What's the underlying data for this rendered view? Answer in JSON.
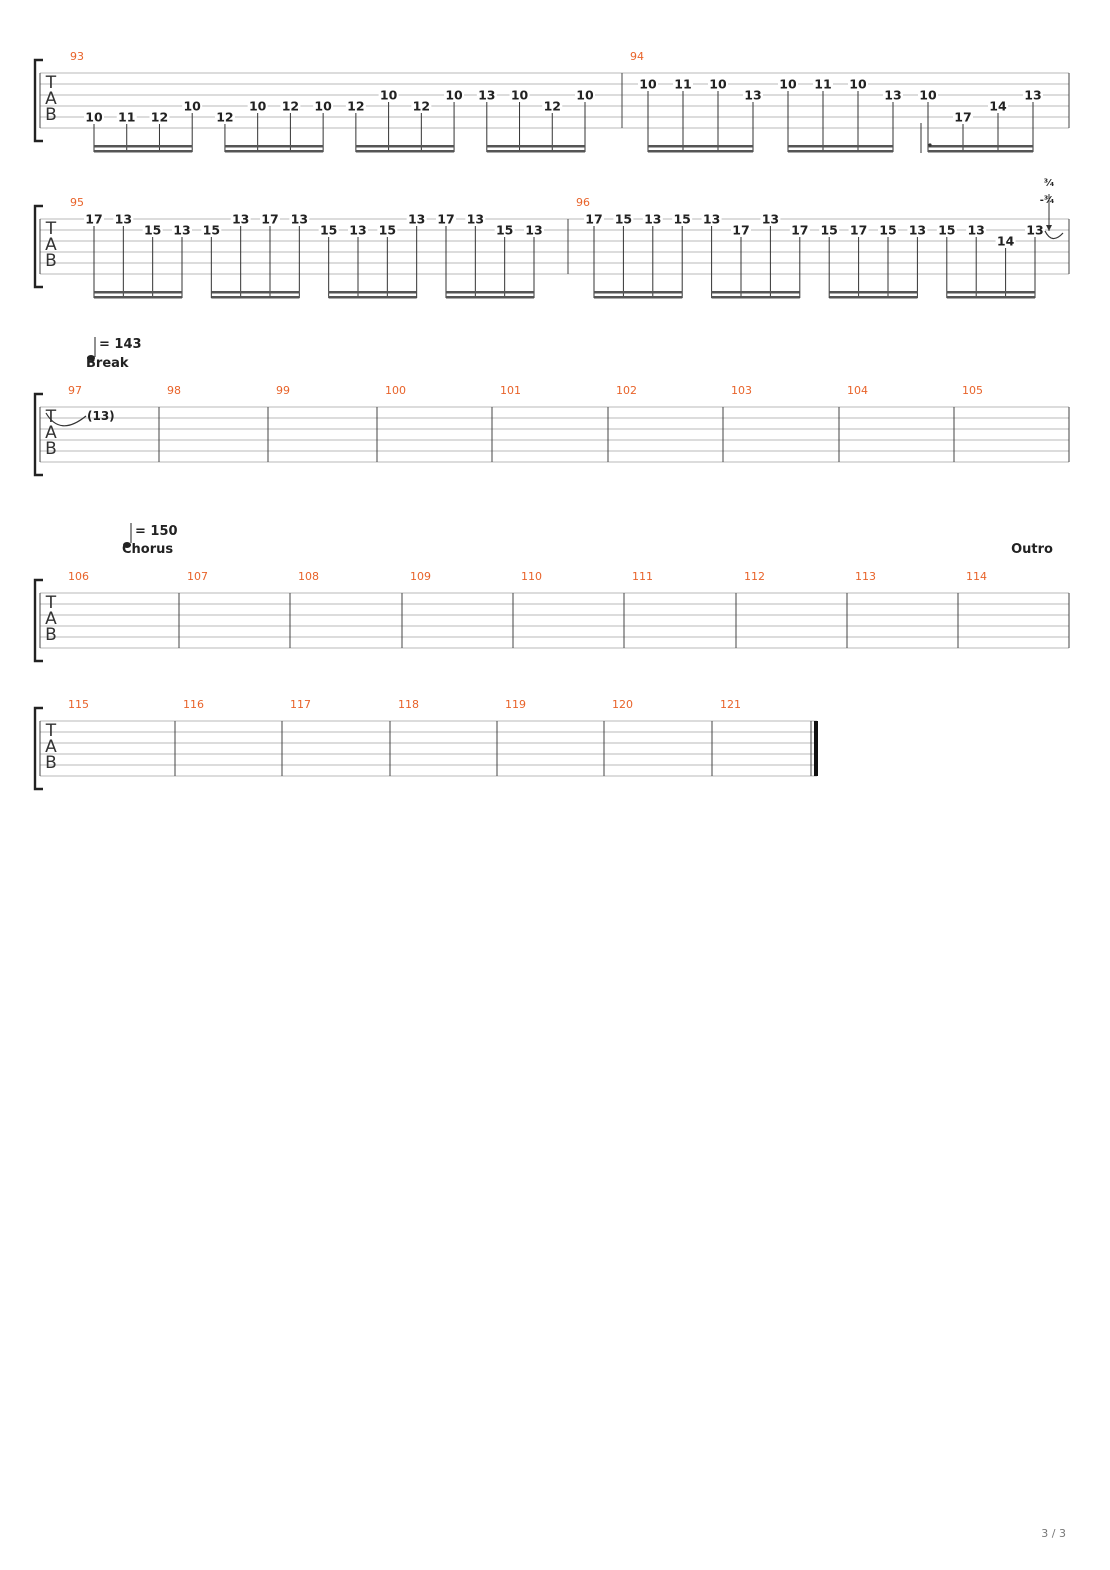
{
  "document": {
    "page_indicator": "3 / 3"
  },
  "clef": {
    "t": "T",
    "a": "A",
    "b": "B"
  },
  "colors": {
    "measure_number": "#e8632a",
    "staff_line": "#b8b8b8",
    "note_text": "#222222",
    "bar": "#444444"
  },
  "systems": [
    {
      "measures": [
        {
          "number": "93",
          "notes": [
            {
              "s": 5,
              "f": "10"
            },
            {
              "s": 5,
              "f": "11"
            },
            {
              "s": 5,
              "f": "12"
            },
            {
              "s": 4,
              "f": "10"
            },
            {
              "s": 5,
              "f": "12"
            },
            {
              "s": 4,
              "f": "10"
            },
            {
              "s": 4,
              "f": "12"
            },
            {
              "s": 4,
              "f": "10"
            },
            {
              "s": 4,
              "f": "12"
            },
            {
              "s": 3,
              "f": "10"
            },
            {
              "s": 4,
              "f": "12"
            },
            {
              "s": 3,
              "f": "10"
            },
            {
              "s": 3,
              "f": "13"
            },
            {
              "s": 3,
              "f": "10"
            },
            {
              "s": 4,
              "f": "12"
            },
            {
              "s": 3,
              "f": "10"
            }
          ]
        },
        {
          "number": "94",
          "notes": [
            {
              "s": 2,
              "f": "10"
            },
            {
              "s": 2,
              "f": "11"
            },
            {
              "s": 2,
              "f": "10"
            },
            {
              "s": 3,
              "f": "13"
            },
            {
              "s": 2,
              "f": "10"
            },
            {
              "s": 2,
              "f": "11"
            },
            {
              "s": 2,
              "f": "10"
            },
            {
              "s": 3,
              "f": "13"
            },
            {
              "s": 3,
              "f": "10"
            },
            {
              "s": 5,
              "f": "17"
            },
            {
              "s": 4,
              "f": "14"
            },
            {
              "s": 3,
              "f": "13"
            }
          ]
        }
      ]
    },
    {
      "measures": [
        {
          "number": "95",
          "notes": [
            {
              "s": 1,
              "f": "17"
            },
            {
              "s": 1,
              "f": "13"
            },
            {
              "s": 2,
              "f": "15"
            },
            {
              "s": 2,
              "f": "13"
            },
            {
              "s": 2,
              "f": "15"
            },
            {
              "s": 1,
              "f": "13"
            },
            {
              "s": 1,
              "f": "17"
            },
            {
              "s": 1,
              "f": "13"
            },
            {
              "s": 2,
              "f": "15"
            },
            {
              "s": 2,
              "f": "13"
            },
            {
              "s": 2,
              "f": "15"
            },
            {
              "s": 1,
              "f": "13"
            },
            {
              "s": 1,
              "f": "17"
            },
            {
              "s": 1,
              "f": "13"
            },
            {
              "s": 2,
              "f": "15"
            },
            {
              "s": 2,
              "f": "13"
            }
          ]
        },
        {
          "number": "96",
          "notes": [
            {
              "s": 1,
              "f": "17"
            },
            {
              "s": 1,
              "f": "15"
            },
            {
              "s": 1,
              "f": "13"
            },
            {
              "s": 1,
              "f": "15"
            },
            {
              "s": 1,
              "f": "13"
            },
            {
              "s": 2,
              "f": "17"
            },
            {
              "s": 1,
              "f": "13"
            },
            {
              "s": 2,
              "f": "17"
            },
            {
              "s": 2,
              "f": "15"
            },
            {
              "s": 2,
              "f": "17"
            },
            {
              "s": 2,
              "f": "15"
            },
            {
              "s": 2,
              "f": "13"
            },
            {
              "s": 2,
              "f": "15"
            },
            {
              "s": 2,
              "f": "13"
            },
            {
              "s": 3,
              "f": "14"
            },
            {
              "s": 2,
              "f": "13"
            }
          ]
        }
      ],
      "bend": {
        "upper": "³⁄₄",
        "lower": "-³⁄₄"
      }
    },
    {
      "tempo": "= 143",
      "section": "Break",
      "tie_note": "(13)",
      "measures": [
        "97",
        "98",
        "99",
        "100",
        "101",
        "102",
        "103",
        "104",
        "105"
      ]
    },
    {
      "tempo": "= 150",
      "section": "Chorus",
      "section_right": "Outro",
      "measures": [
        "106",
        "107",
        "108",
        "109",
        "110",
        "111",
        "112",
        "113",
        "114"
      ]
    },
    {
      "measures": [
        "115",
        "116",
        "117",
        "118",
        "119",
        "120",
        "121"
      ]
    }
  ]
}
